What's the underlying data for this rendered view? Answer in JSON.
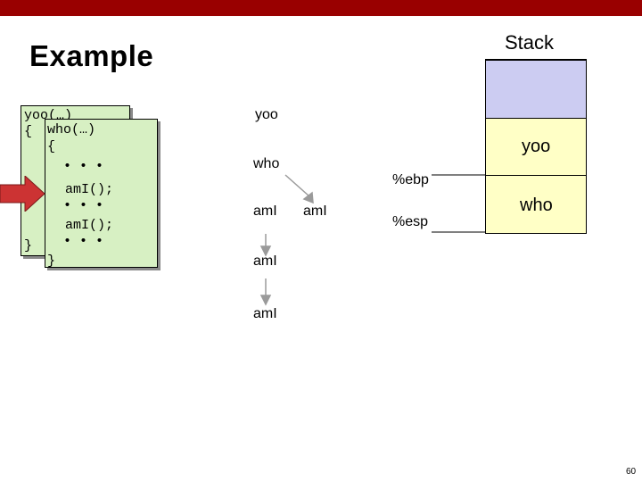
{
  "slide": {
    "title": "Example",
    "page_number": "60",
    "accent_color": "#990000"
  },
  "stack": {
    "title": "Stack",
    "frames": [
      {
        "label": "",
        "color": "#ccccf2"
      },
      {
        "label": "yoo",
        "color": "#ffffc6"
      },
      {
        "label": "who",
        "color": "#ffffc6"
      }
    ],
    "ebp_label": "%ebp",
    "esp_label": "%esp"
  },
  "code": {
    "back": {
      "line1": "yoo(…)",
      "line2": "{",
      "line3": "}"
    },
    "front": {
      "line1": "who(…)",
      "line2": "{",
      "line3": "• • •",
      "line4": "amI();",
      "line5": "• • •",
      "line6": "amI();",
      "line7": "• • •",
      "line8": "}"
    },
    "card_color": "#d7f0c3",
    "pointer_color": "#cc3333"
  },
  "call_tree": {
    "nodes": {
      "yoo": "yoo",
      "who": "who",
      "ami1": "amI",
      "ami2": "amI",
      "ami3": "amI",
      "ami4": "amI"
    }
  }
}
